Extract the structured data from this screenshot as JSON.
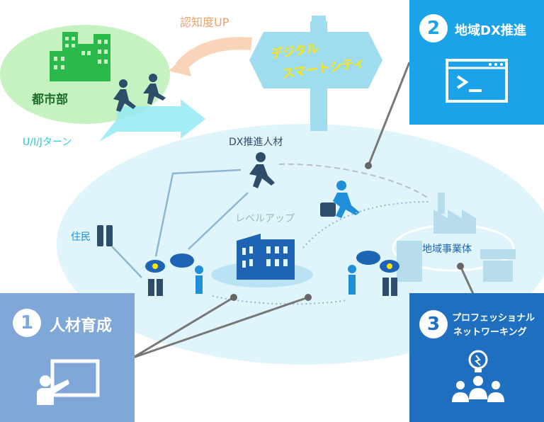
{
  "labels": {
    "urban": "都市部",
    "awareness": "認知度UP",
    "uij_turn": "U/I/Jターン",
    "signpost_line1": "デジタル",
    "signpost_line2": "スマートシティ",
    "dx_talent": "DX推進人材",
    "level_up": "レベルアップ",
    "residents": "住民",
    "local_business": "地域事業体"
  },
  "boxes": {
    "talent": {
      "number": "1",
      "title": "人材育成",
      "color": "#7fa8d8"
    },
    "dx": {
      "number": "2",
      "title": "地域DX推進",
      "color": "#1aa3e8"
    },
    "network": {
      "number": "3",
      "title_line1": "プロフェッショナル",
      "title_line2": "ネットワーキング",
      "color": "#1e6fc0"
    }
  },
  "colors": {
    "ellipse": "#dff4fb",
    "urban_blob": "#c5f2c0",
    "building_green": "#2bb94b",
    "awareness_orange": "#f1a16b",
    "uij_cyan": "#2ec9e4",
    "signpost": "#9fdcf0",
    "signpost_text": "#ffe600",
    "person_dark": "#2d4d6b",
    "person_blue": "#1f8fd9",
    "factory": "#b7dcec"
  }
}
